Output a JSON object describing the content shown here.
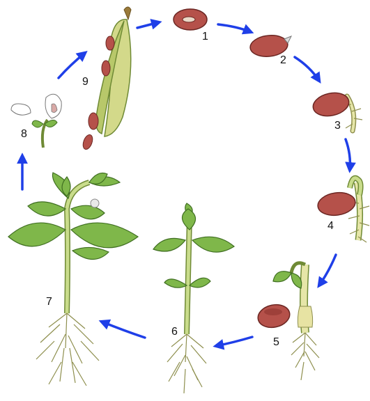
{
  "title": "",
  "stage_labels": [
    "1",
    "2",
    "3",
    "4",
    "5",
    "6",
    "7",
    "8",
    "9"
  ],
  "colors": {
    "arrow": "#1f3fe8",
    "seed": "#b5514a",
    "seed_dark": "#7a2b28",
    "leaf": "#7fb74a",
    "leaf_dark": "#3f6e21",
    "stem": "#c9dc8b",
    "stem_dark": "#6f8a35",
    "root": "#e6e6a8",
    "root_dark": "#8e8f4e",
    "pod": "#d3d98a",
    "flower": "#ffffff"
  },
  "icons": {
    "arrow": "arrow-icon",
    "seed": "seed-icon",
    "leaf": "leaf-icon",
    "flower": "flower-icon",
    "pod": "pod-icon"
  }
}
